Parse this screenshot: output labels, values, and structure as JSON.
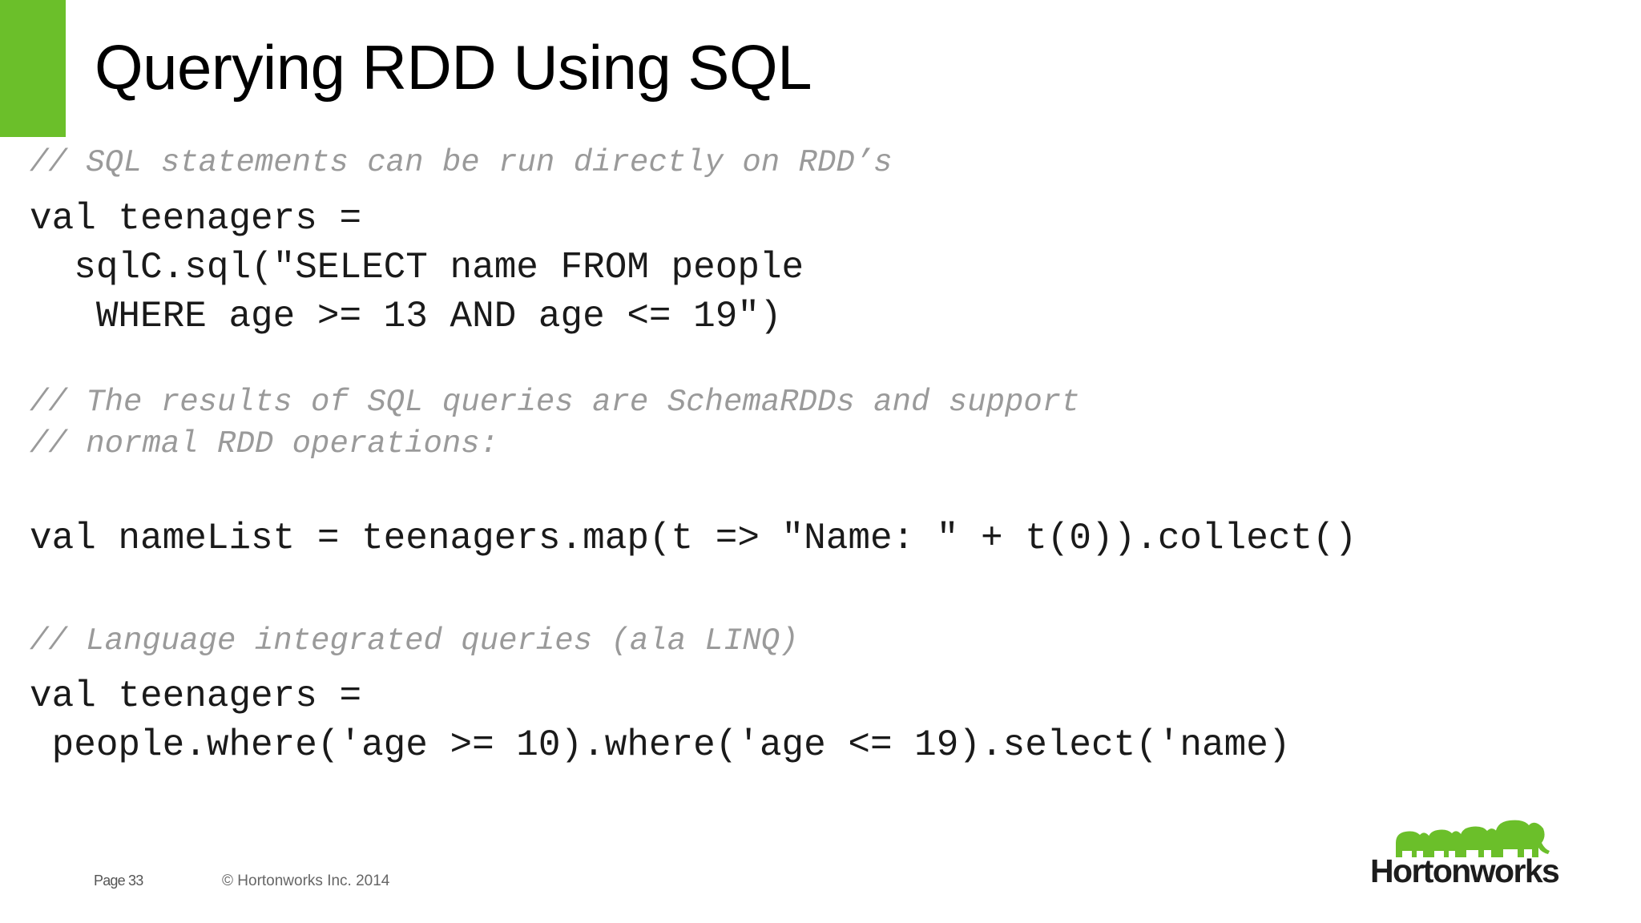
{
  "slide": {
    "title": "Querying RDD Using SQL",
    "accent_color": "#6bbf2a"
  },
  "code": {
    "comment1": "// SQL statements can be run directly on RDD’s",
    "line1": "val teenagers =",
    "line2": "  sqlC.sql(\"SELECT name FROM people",
    "line3": "   WHERE age >= 13 AND age <= 19\")",
    "comment2": "// The results of SQL queries are SchemaRDDs and support",
    "comment3": "// normal RDD operations:",
    "line4": "val nameList = teenagers.map(t => \"Name: \" + t(0)).collect()",
    "comment4": "// Language integrated queries (ala LINQ)",
    "line5": "val teenagers =",
    "line6": " people.where('age >= 10).where('age <= 19).select('name)"
  },
  "footer": {
    "page_label": "Page 33",
    "copyright": "© Hortonworks Inc. 2014"
  },
  "logo": {
    "text": "Hortonworks",
    "icon": "hortonworks-elephants-logo",
    "color": "#6bbf2a"
  }
}
